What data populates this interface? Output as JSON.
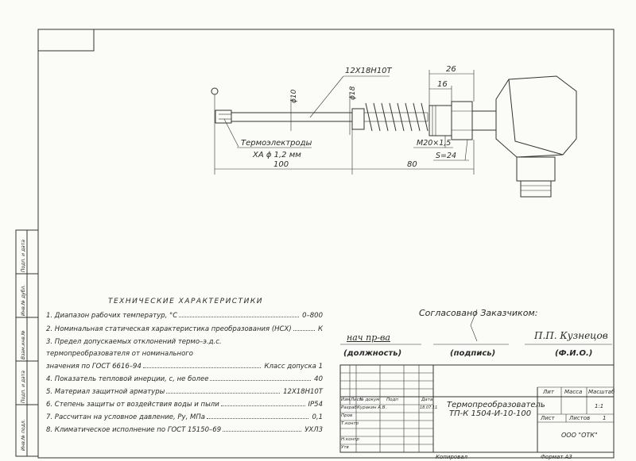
{
  "drawing": {
    "material_label": "12Х18Н10Т",
    "thermoelectrodes_label": "Термоэлектроды",
    "thermoelectrodes_spec": "ХА ϕ 1,2 мм",
    "dim_diameter_10": "ϕ10",
    "dim_diameter_18": "ϕ18",
    "dim_26": "26",
    "dim_16": "16",
    "dim_thread": "М20×1,5",
    "dim_hex": "S=24",
    "dim_100": "100",
    "dim_80": "80"
  },
  "specs": {
    "title": "ТЕХНИЧЕСКИЕ  ХАРАКТЕРИСТИКИ",
    "items": [
      {
        "text": "1. Диапазон рабочих температур, °С",
        "value": "0–800"
      },
      {
        "text": "2. Номинальная статическая характеристика преобразования (НСХ)",
        "value": "К"
      },
      {
        "text": "3. Предел допускаемых отклонений  термо–э.д.с.",
        "value": ""
      },
      {
        "text": "термопреобразователя от номинального",
        "value": ""
      },
      {
        "text": "значения по ГОСТ 6616–94",
        "value": "Класс допуска  1"
      },
      {
        "text": "4. Показатель тепловой инерции, с, не более",
        "value": "40"
      },
      {
        "text": "5. Материал защитной арматуры",
        "value": "12Х18Н10Т"
      },
      {
        "text": "6. Степень защиты от воздействия воды и пыли",
        "value": "IP54"
      },
      {
        "text": "7. Рассчитан на условное давление, Ру, МПа",
        "value": "0,1"
      },
      {
        "text": "8. Климатическое исполнение по ГОСТ 15150–69",
        "value": "УХЛ3"
      }
    ]
  },
  "approval": {
    "heading": "Согласовано Заказчиком:",
    "position_handwritten": "нач пр-ва",
    "position_label": "(должность)",
    "signature_label": "(подпись)",
    "name_handwritten": "П.П. Кузнецов",
    "name_label": "(Ф.И.О.)"
  },
  "title_block": {
    "designation": "ТП-К 1504-И-10-100",
    "name": "Термопреобразователь",
    "col_izm": "Изм",
    "col_list": "Лист",
    "col_doc": "№ докум",
    "col_sign": "Подп",
    "col_date": "Дата",
    "row_razrab": "Разраб",
    "razrab_name": "Куракин А.В.",
    "razrab_date": "18.07.11",
    "row_prov": "Пров",
    "row_tkontr": "Т.контр",
    "row_nkontr": "Н.контр",
    "row_utv": "Утв",
    "lit_label": "Лит",
    "mass_label": "Масса",
    "scale_label": "Масштаб",
    "scale_value": "1:1",
    "sheet_label": "Лист",
    "sheets_label": "Листов",
    "sheets_value": "1",
    "company": "ООО \"ОТК\"",
    "copied": "Копировал",
    "format": "Формат А3"
  },
  "side_strip": {
    "labels": [
      "Подп. и дата",
      "Инв.№ дубл.",
      "Взам.инв.№",
      "Подп. и дата",
      "Инв.№ подл."
    ]
  }
}
